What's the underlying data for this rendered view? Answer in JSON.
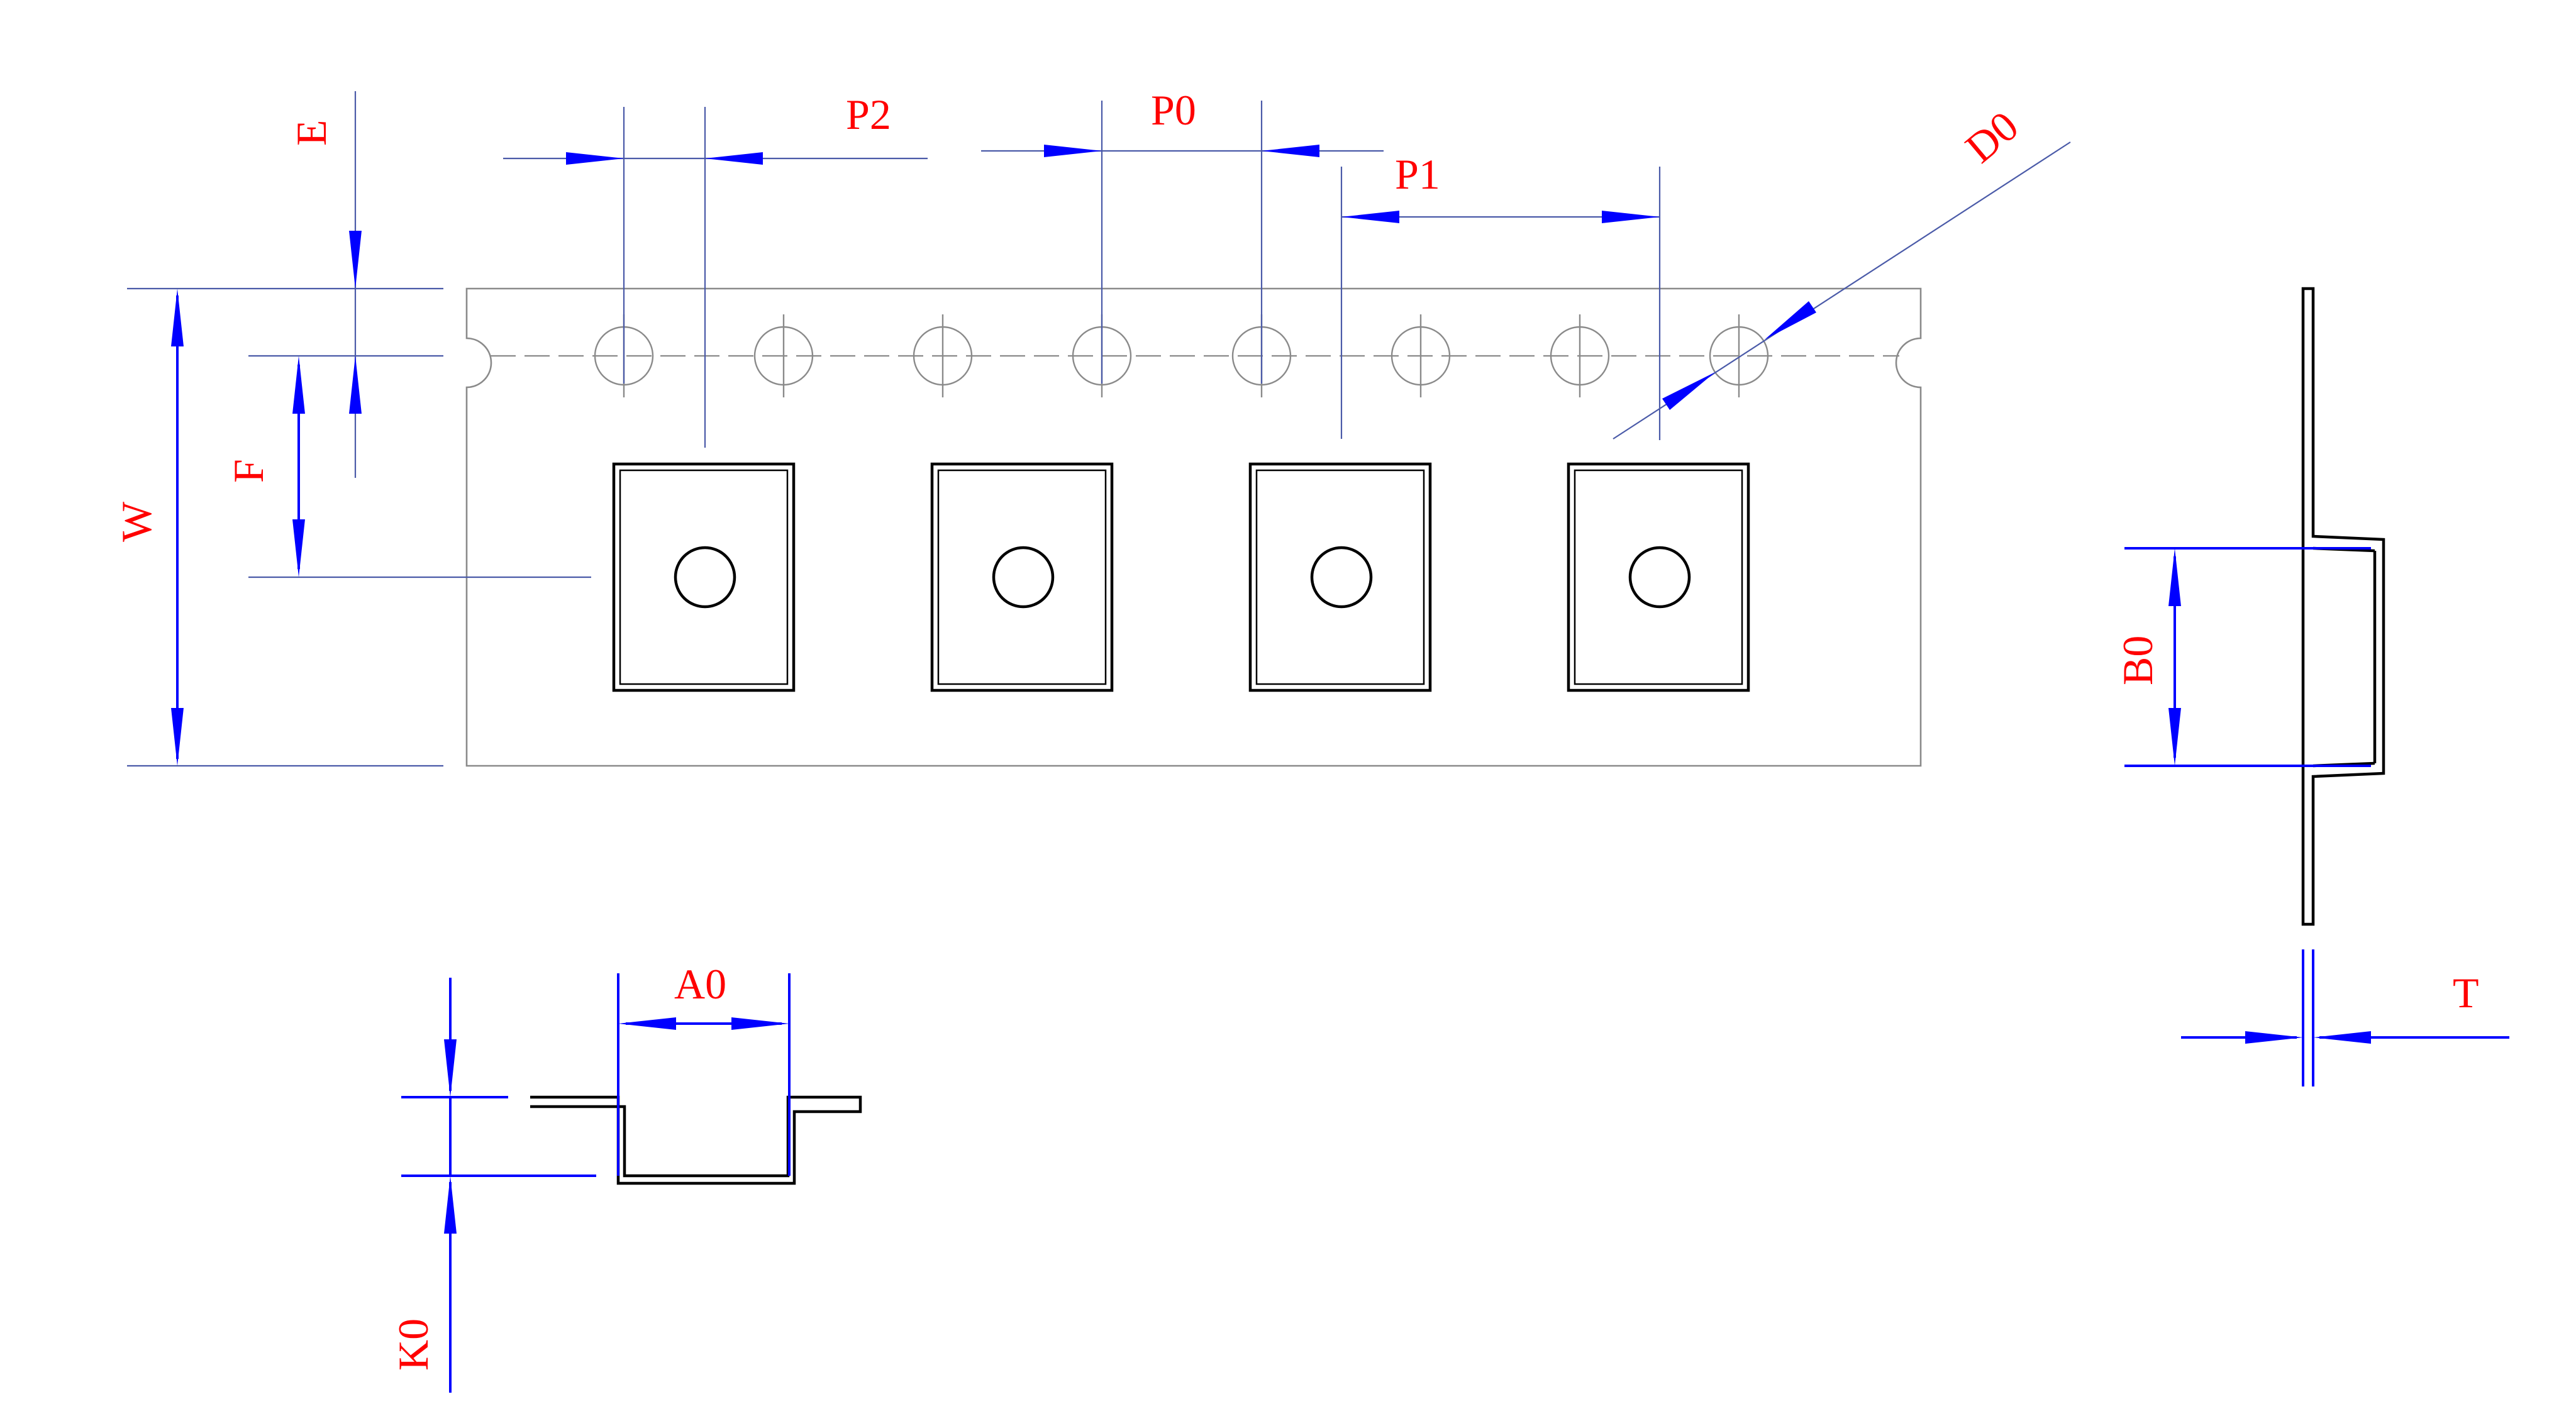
{
  "labels": {
    "E": "E",
    "F": "F",
    "W": "W",
    "P2": "P2",
    "P0": "P0",
    "P1": "P1",
    "D0": "D0",
    "A0": "A0",
    "K0": "K0",
    "B0": "B0",
    "T": "T"
  },
  "colors": {
    "label_red": "#ff0000",
    "dimension_blue": "#0000ff",
    "extension_line": "#4a5aa8",
    "tape_outline": "#8a8a8a",
    "pocket_black": "#000000"
  }
}
